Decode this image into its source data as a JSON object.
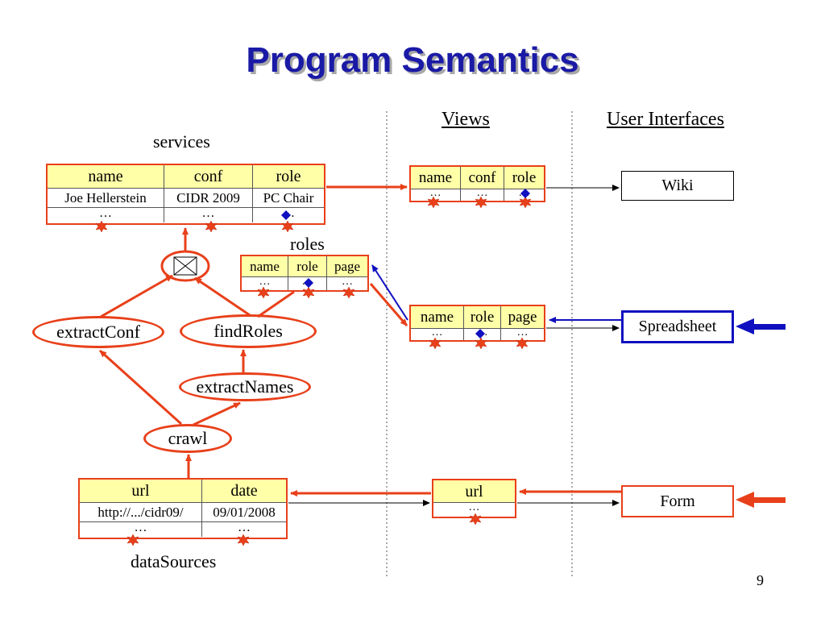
{
  "title": "Program Semantics",
  "headers": {
    "views": "Views",
    "user_interfaces": "User Interfaces"
  },
  "labels": {
    "services": "services",
    "roles": "roles",
    "dataSources": "dataSources"
  },
  "services": {
    "cols": [
      "name",
      "conf",
      "role"
    ],
    "row": [
      "Joe Hellerstein",
      "CIDR 2009",
      "PC Chair"
    ],
    "ellipsis": "…"
  },
  "roles_table": {
    "cols": [
      "name",
      "role",
      "page"
    ],
    "ellipsis": "…"
  },
  "datasources": {
    "cols": [
      "url",
      "date"
    ],
    "row": [
      "http://.../cidr09/",
      "09/01/2008"
    ],
    "ellipsis": "…"
  },
  "views": {
    "v1": {
      "cols": [
        "name",
        "conf",
        "role"
      ],
      "ellipsis": "…"
    },
    "v2": {
      "cols": [
        "name",
        "role",
        "page"
      ],
      "ellipsis": "…"
    },
    "v3": {
      "cols": [
        "url"
      ],
      "ellipsis": "…"
    }
  },
  "operators": {
    "extractConf": "extractConf",
    "findRoles": "findRoles",
    "extractNames": "extractNames",
    "crawl": "crawl"
  },
  "interfaces": {
    "wiki": "Wiki",
    "spreadsheet": "Spreadsheet",
    "form": "Form"
  },
  "page_number": "9",
  "colors": {
    "title": "#1a1aa6",
    "edge": "#e8401a",
    "header_fill": "#ffffa8",
    "blue": "#1010c0"
  }
}
